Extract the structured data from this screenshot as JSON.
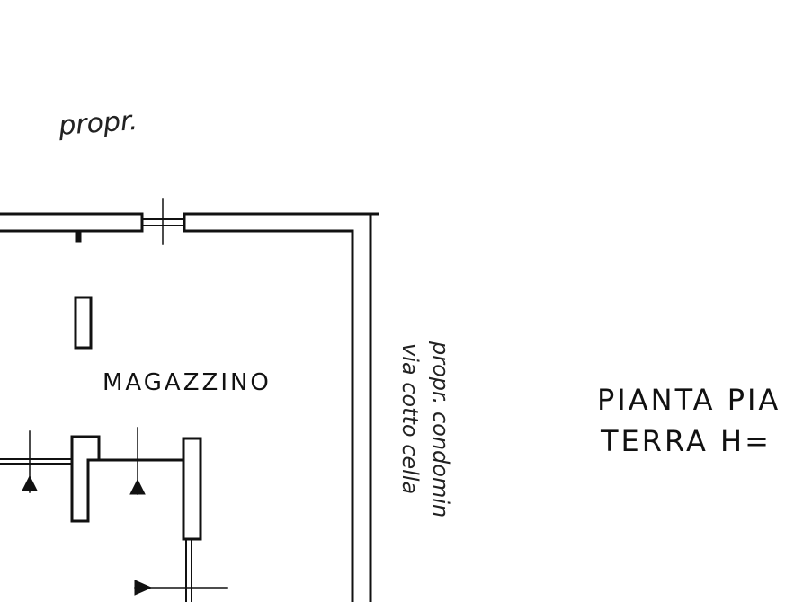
{
  "labels": {
    "top_neighbor": "propr.",
    "room": "MAGAZZINO",
    "side_neighbor_line1": "propr. condomin",
    "side_neighbor_line2": "via cotto cella",
    "plan_title_line1": "PIANTA PIA",
    "plan_title_line2": "TERRA H="
  },
  "colors": {
    "ink": "#111111",
    "paper": "#ffffff"
  }
}
